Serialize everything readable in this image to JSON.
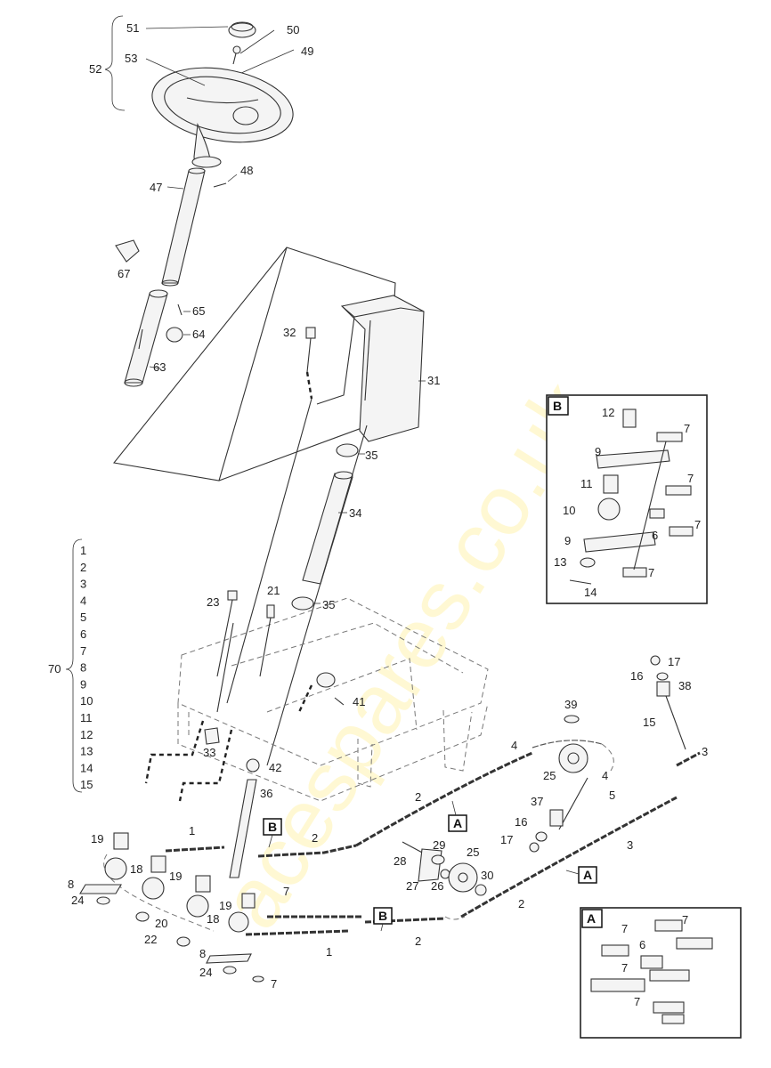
{
  "watermark": "acespares.co.uk",
  "labels": {
    "l51": "51",
    "l50": "50",
    "l49": "49",
    "l52": "52",
    "l53": "53",
    "l48": "48",
    "l47": "47",
    "l67": "67",
    "l65": "65",
    "l64": "64",
    "l63": "63",
    "l32": "32",
    "l31": "31",
    "l35a": "35",
    "l34": "34",
    "l35b": "35",
    "l23": "23",
    "l21": "21",
    "l41": "41",
    "l33": "33",
    "l42": "42",
    "l36": "36",
    "l39": "39",
    "l17a": "17",
    "l16a": "16",
    "l38": "38",
    "l15": "15",
    "l3a": "3",
    "l4a": "4",
    "l25a": "25",
    "l4b": "4",
    "l2a": "2",
    "l5": "5",
    "l37": "37",
    "l16b": "16",
    "l17b": "17",
    "l29": "29",
    "l28": "28",
    "l25b": "25",
    "l27": "27",
    "l26": "26",
    "l30": "30",
    "l3b": "3",
    "l2b": "2",
    "l1a": "1",
    "l2c": "2",
    "l19a": "19",
    "l18a": "18",
    "l8a": "8",
    "l24a": "24",
    "l19b": "19",
    "l20": "20",
    "l22": "22",
    "l18b": "18",
    "l19c": "19",
    "l7a": "7",
    "l8b": "8",
    "l24b": "24",
    "l7b": "7",
    "l1b": "1",
    "l2d": "2",
    "l70": "70"
  },
  "group70": [
    "1",
    "2",
    "3",
    "4",
    "5",
    "6",
    "7",
    "8",
    "9",
    "10",
    "11",
    "12",
    "13",
    "14",
    "15"
  ],
  "callouts": {
    "B1": "B",
    "B2": "B",
    "A1": "A",
    "A2": "A"
  },
  "insetB": {
    "title": "B",
    "labels": {
      "b12": "12",
      "b7a": "7",
      "b9a": "9",
      "b7b": "7",
      "b11": "11",
      "b10": "10",
      "b6": "6",
      "b7c": "7",
      "b9b": "9",
      "b13": "13",
      "b7d": "7",
      "b14": "14"
    }
  },
  "insetA": {
    "title": "A",
    "labels": {
      "a7a": "7",
      "a7b": "7",
      "a6": "6",
      "a7c": "7",
      "a7d": "7"
    }
  }
}
